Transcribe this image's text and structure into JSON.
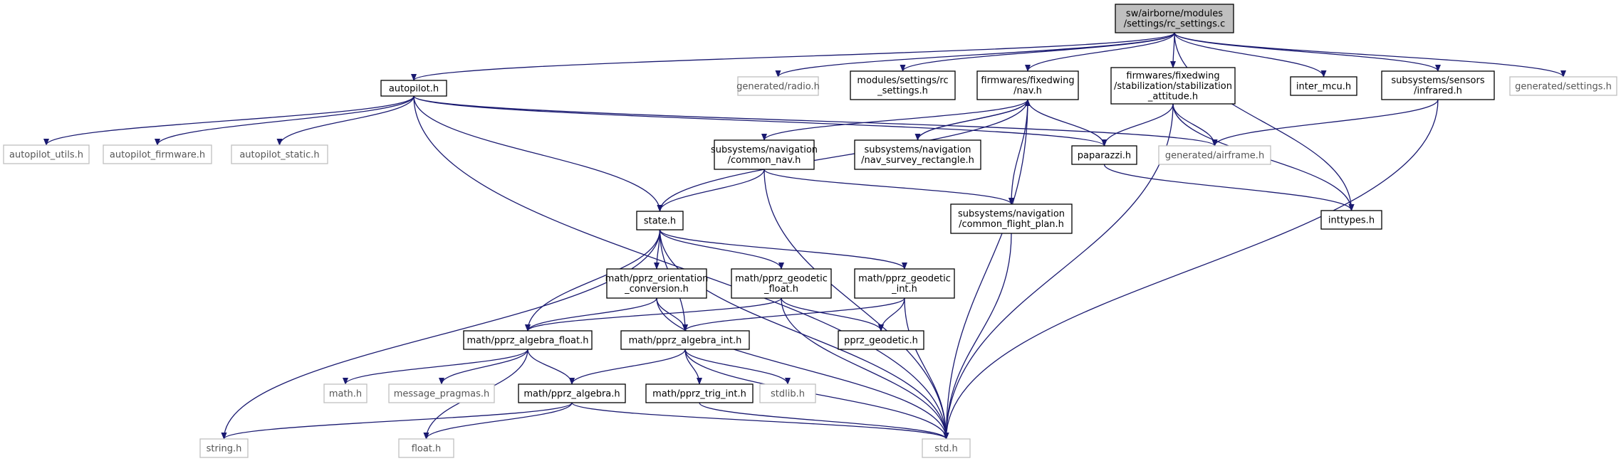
{
  "title": "sw/airborne/modules/settings/rc_settings.c",
  "colors": {
    "edge": "#191970",
    "documented_border": "#000000",
    "external_border": "#bfbfbf",
    "root_fill": "#bfbfbf"
  },
  "nodes": [
    {
      "id": "root",
      "kind": "root",
      "lines": [
        "sw/airborne/modules",
        "/settings/rc_settings.c"
      ]
    },
    {
      "id": "autopilot",
      "kind": "doc",
      "lines": [
        "autopilot.h"
      ]
    },
    {
      "id": "gen_radio",
      "kind": "ext",
      "lines": [
        "generated/radio.h"
      ]
    },
    {
      "id": "mod_rc",
      "kind": "doc",
      "lines": [
        "modules/settings/rc",
        "_settings.h"
      ]
    },
    {
      "id": "fw_nav",
      "kind": "doc",
      "lines": [
        "firmwares/fixedwing",
        "/nav.h"
      ]
    },
    {
      "id": "fw_stab",
      "kind": "doc",
      "lines": [
        "firmwares/fixedwing",
        "/stabilization/stabilization",
        "_attitude.h"
      ]
    },
    {
      "id": "inter_mcu",
      "kind": "doc",
      "lines": [
        "inter_mcu.h"
      ]
    },
    {
      "id": "sens_ir",
      "kind": "doc",
      "lines": [
        "subsystems/sensors",
        "/infrared.h"
      ]
    },
    {
      "id": "gen_settings",
      "kind": "ext",
      "lines": [
        "generated/settings.h"
      ]
    },
    {
      "id": "ap_utils",
      "kind": "ext",
      "lines": [
        "autopilot_utils.h"
      ]
    },
    {
      "id": "ap_firmware",
      "kind": "ext",
      "lines": [
        "autopilot_firmware.h"
      ]
    },
    {
      "id": "ap_static",
      "kind": "ext",
      "lines": [
        "autopilot_static.h"
      ]
    },
    {
      "id": "common_nav",
      "kind": "doc",
      "lines": [
        "subsystems/navigation",
        "/common_nav.h"
      ]
    },
    {
      "id": "nav_survey",
      "kind": "doc",
      "lines": [
        "subsystems/navigation",
        "/nav_survey_rectangle.h"
      ]
    },
    {
      "id": "paparazzi",
      "kind": "doc",
      "lines": [
        "paparazzi.h"
      ]
    },
    {
      "id": "gen_airframe",
      "kind": "ext",
      "lines": [
        "generated/airframe.h"
      ]
    },
    {
      "id": "inttypes",
      "kind": "doc",
      "lines": [
        "inttypes.h"
      ]
    },
    {
      "id": "state",
      "kind": "doc",
      "lines": [
        "state.h"
      ]
    },
    {
      "id": "common_fp",
      "kind": "doc",
      "lines": [
        "subsystems/navigation",
        "/common_flight_plan.h"
      ]
    },
    {
      "id": "orient",
      "kind": "doc",
      "lines": [
        "math/pprz_orientation",
        "_conversion.h"
      ]
    },
    {
      "id": "geo_float",
      "kind": "doc",
      "lines": [
        "math/pprz_geodetic",
        "_float.h"
      ]
    },
    {
      "id": "geo_int",
      "kind": "doc",
      "lines": [
        "math/pprz_geodetic",
        "_int.h"
      ]
    },
    {
      "id": "alg_float",
      "kind": "doc",
      "lines": [
        "math/pprz_algebra_float.h"
      ]
    },
    {
      "id": "alg_int",
      "kind": "doc",
      "lines": [
        "math/pprz_algebra_int.h"
      ]
    },
    {
      "id": "pprz_geodetic",
      "kind": "doc",
      "lines": [
        "pprz_geodetic.h"
      ]
    },
    {
      "id": "math_h",
      "kind": "ext",
      "lines": [
        "math.h"
      ]
    },
    {
      "id": "msg_pragmas",
      "kind": "ext",
      "lines": [
        "message_pragmas.h"
      ]
    },
    {
      "id": "alg",
      "kind": "doc",
      "lines": [
        "math/pprz_algebra.h"
      ]
    },
    {
      "id": "trig_int",
      "kind": "doc",
      "lines": [
        "math/pprz_trig_int.h"
      ]
    },
    {
      "id": "stdlib",
      "kind": "ext",
      "lines": [
        "stdlib.h"
      ]
    },
    {
      "id": "string_h",
      "kind": "ext",
      "lines": [
        "string.h"
      ]
    },
    {
      "id": "float_h",
      "kind": "ext",
      "lines": [
        "float.h"
      ]
    },
    {
      "id": "std_h",
      "kind": "ext",
      "lines": [
        "std.h"
      ]
    }
  ],
  "edges": [
    [
      "root",
      "autopilot"
    ],
    [
      "root",
      "gen_radio"
    ],
    [
      "root",
      "mod_rc"
    ],
    [
      "root",
      "fw_nav"
    ],
    [
      "root",
      "fw_stab"
    ],
    [
      "root",
      "inter_mcu"
    ],
    [
      "root",
      "sens_ir"
    ],
    [
      "root",
      "gen_settings"
    ],
    [
      "root",
      "inttypes"
    ],
    [
      "autopilot",
      "ap_utils"
    ],
    [
      "autopilot",
      "ap_firmware"
    ],
    [
      "autopilot",
      "ap_static"
    ],
    [
      "autopilot",
      "state"
    ],
    [
      "autopilot",
      "gen_airframe"
    ],
    [
      "autopilot",
      "paparazzi"
    ],
    [
      "autopilot",
      "std_h"
    ],
    [
      "fw_nav",
      "common_nav"
    ],
    [
      "fw_nav",
      "nav_survey"
    ],
    [
      "fw_nav",
      "paparazzi"
    ],
    [
      "fw_nav",
      "state"
    ],
    [
      "fw_nav",
      "common_fp"
    ],
    [
      "fw_nav",
      "std_h"
    ],
    [
      "nav_survey",
      "fw_nav"
    ],
    [
      "fw_stab",
      "paparazzi"
    ],
    [
      "fw_stab",
      "gen_airframe"
    ],
    [
      "fw_stab",
      "inttypes"
    ],
    [
      "fw_stab",
      "std_h"
    ],
    [
      "sens_ir",
      "gen_airframe"
    ],
    [
      "sens_ir",
      "std_h"
    ],
    [
      "paparazzi",
      "inttypes"
    ],
    [
      "common_nav",
      "state"
    ],
    [
      "common_nav",
      "common_fp"
    ],
    [
      "common_nav",
      "std_h"
    ],
    [
      "common_fp",
      "std_h"
    ],
    [
      "state",
      "orient"
    ],
    [
      "state",
      "geo_float"
    ],
    [
      "state",
      "geo_int"
    ],
    [
      "state",
      "alg_float"
    ],
    [
      "state",
      "alg_int"
    ],
    [
      "state",
      "string_h"
    ],
    [
      "state",
      "std_h"
    ],
    [
      "orient",
      "alg_float"
    ],
    [
      "orient",
      "alg_int"
    ],
    [
      "orient",
      "std_h"
    ],
    [
      "geo_float",
      "alg_float"
    ],
    [
      "geo_float",
      "pprz_geodetic"
    ],
    [
      "geo_float",
      "std_h"
    ],
    [
      "geo_int",
      "alg_int"
    ],
    [
      "geo_int",
      "pprz_geodetic"
    ],
    [
      "geo_int",
      "std_h"
    ],
    [
      "alg_float",
      "alg"
    ],
    [
      "alg_float",
      "math_h"
    ],
    [
      "alg_float",
      "msg_pragmas"
    ],
    [
      "alg_float",
      "float_h"
    ],
    [
      "alg_int",
      "alg"
    ],
    [
      "alg_int",
      "trig_int"
    ],
    [
      "alg_int",
      "stdlib"
    ],
    [
      "alg_int",
      "std_h"
    ],
    [
      "alg",
      "string_h"
    ],
    [
      "alg",
      "float_h"
    ],
    [
      "alg",
      "std_h"
    ],
    [
      "trig_int",
      "std_h"
    ]
  ]
}
